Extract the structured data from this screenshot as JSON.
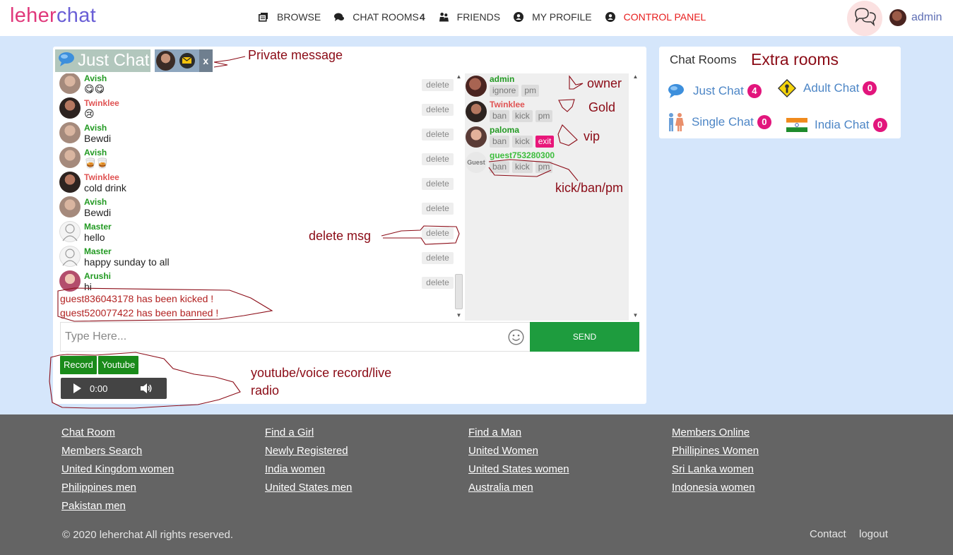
{
  "brand": {
    "part1": "leher",
    "part2": "chat"
  },
  "nav": {
    "browse": "BROWSE",
    "chat_rooms": "CHAT ROOMS",
    "chat_rooms_count": "4",
    "friends": "FRIENDS",
    "my_profile": "MY PROFILE",
    "control_panel": "CONTROL PANEL"
  },
  "user": {
    "name": "admin"
  },
  "room": {
    "name": "Just Chat",
    "pm_close": "x"
  },
  "messages": [
    {
      "user": "Avish",
      "text": "😋😋",
      "delete": "delete"
    },
    {
      "user": "Twinklee",
      "text": "😢",
      "delete": "delete"
    },
    {
      "user": "Avish",
      "text": "Bewdi",
      "delete": "delete"
    },
    {
      "user": "Avish",
      "text": "🥃🥃",
      "delete": "delete"
    },
    {
      "user": "Twinklee",
      "text": "cold drink",
      "delete": "delete"
    },
    {
      "user": "Avish",
      "text": "Bewdi",
      "delete": "delete"
    },
    {
      "user": "Master",
      "text": "hello",
      "delete": "delete"
    },
    {
      "user": "Master",
      "text": "happy sunday to all",
      "delete": "delete"
    },
    {
      "user": "Arushi",
      "text": "hi",
      "delete": "delete"
    }
  ],
  "system_messages": [
    "guest836043178 has been kicked !",
    "guest520077422 has been banned !"
  ],
  "online_users": [
    {
      "name": "admin",
      "buttons": [
        "ignore",
        "pm"
      ]
    },
    {
      "name": "Twinklee",
      "buttons": [
        "ban",
        "kick",
        "pm"
      ]
    },
    {
      "name": "paloma",
      "buttons": [
        "ban",
        "kick",
        "exit"
      ]
    },
    {
      "name": "guest753280300",
      "avatar_label": "Guest",
      "buttons": [
        "ban",
        "kick",
        "pm"
      ]
    }
  ],
  "composer": {
    "placeholder": "Type Here...",
    "send": "SEND"
  },
  "media": {
    "record": "Record",
    "youtube": "Youtube",
    "time": "0:00"
  },
  "annotations": {
    "private_message": "Private message",
    "owner": "owner",
    "gold": "Gold",
    "vip": "vip",
    "kick_ban_pm": "kick/ban/pm",
    "delete_msg": "delete msg",
    "media_line1": "youtube/voice record/live",
    "media_line2": "radio",
    "extra_rooms": "Extra rooms"
  },
  "rooms_panel": {
    "title": "Chat Rooms",
    "rooms": [
      {
        "name": "Just Chat",
        "count": "4"
      },
      {
        "name": "Adult Chat",
        "count": "0"
      },
      {
        "name": "Single Chat",
        "count": "0"
      },
      {
        "name": "India Chat",
        "count": "0"
      }
    ]
  },
  "footer": {
    "col1": [
      "Chat Room",
      "Members Search",
      "United Kingdom women",
      "Philippines men",
      "Pakistan men"
    ],
    "col2": [
      "Find a Girl",
      "Newly Registered",
      "India women",
      "United States men"
    ],
    "col3": [
      "Find a Man",
      "United Women",
      "United States women",
      "Australia men"
    ],
    "col4": [
      "Members Online",
      "Phillipines Women",
      "Sri Lanka women",
      "Indonesia women"
    ],
    "copyright": "© 2020 leherchat All rights reserved.",
    "contact": "Contact",
    "logout": "logout"
  },
  "colors": {
    "page_bg": "#d5e6fb",
    "brand_pink": "#e0387b",
    "brand_purple": "#6a5fd6",
    "send_green": "#1e9c3e",
    "badge_pink": "#e2157c",
    "annotation": "#8b0b16",
    "control_panel": "#e81c1c",
    "footer_bg": "#646464"
  }
}
